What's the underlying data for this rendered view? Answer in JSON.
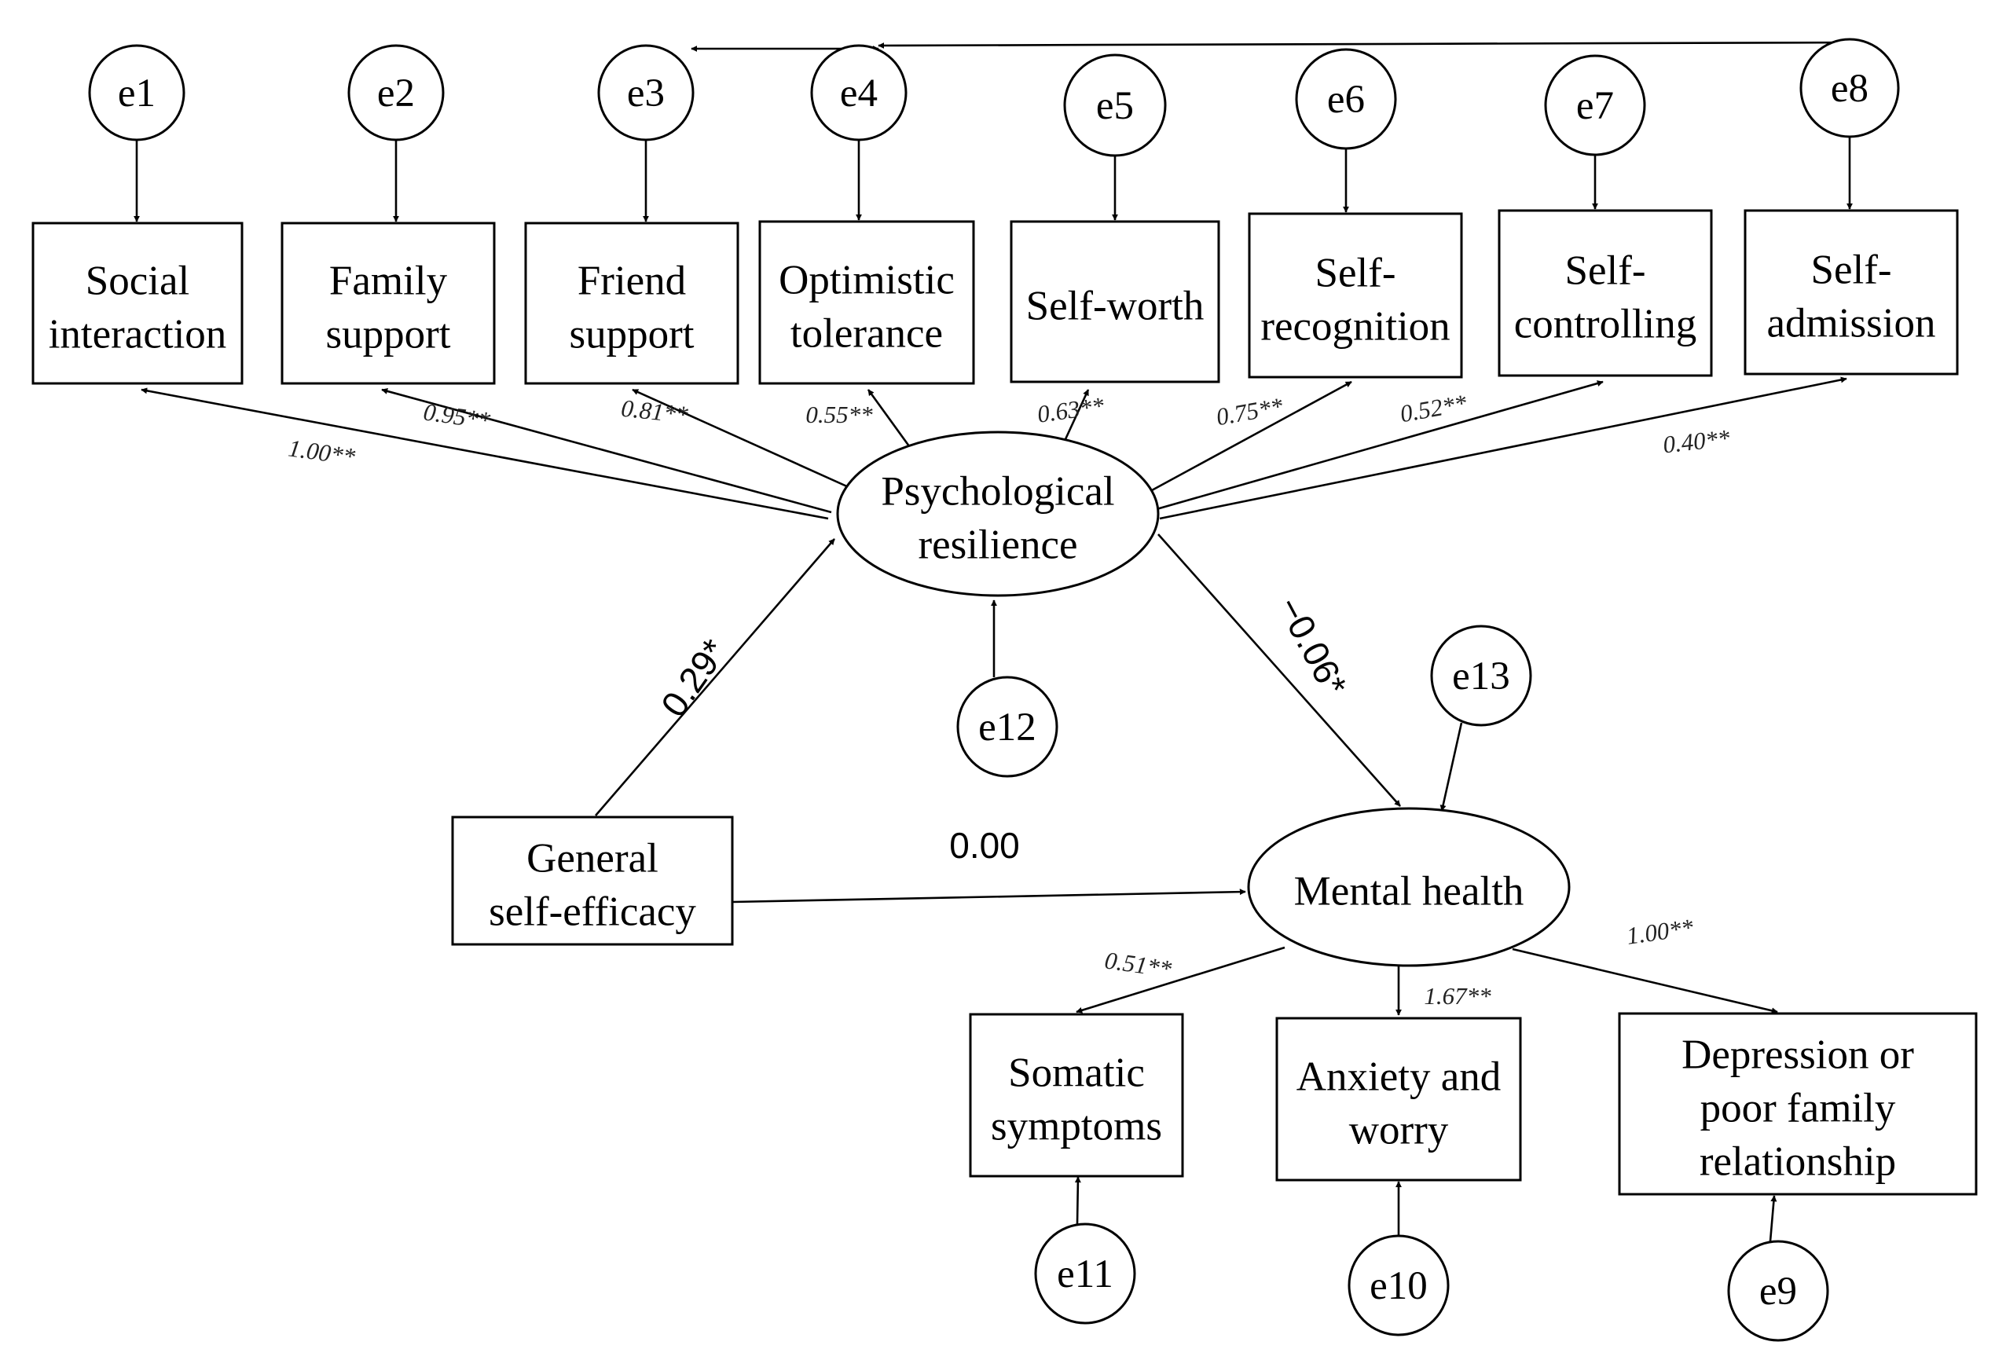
{
  "latent": {
    "resilience": {
      "lines": [
        "Psychological",
        "resilience"
      ]
    },
    "mental": {
      "lines": [
        "Mental health"
      ]
    }
  },
  "exogenous": {
    "gse": {
      "lines": [
        "General",
        "self-efficacy"
      ]
    }
  },
  "indicators": [
    {
      "id": "social",
      "lines": [
        "Social",
        "interaction"
      ],
      "error": "e1",
      "loading": "1.00**"
    },
    {
      "id": "family",
      "lines": [
        "Family",
        "support"
      ],
      "error": "e2",
      "loading": "0.95**"
    },
    {
      "id": "friend",
      "lines": [
        "Friend",
        "support"
      ],
      "error": "e3",
      "loading": "0.81**"
    },
    {
      "id": "optimistic",
      "lines": [
        "Optimistic",
        "tolerance"
      ],
      "error": "e4",
      "loading": "0.55**"
    },
    {
      "id": "selfworth",
      "lines": [
        "Self-worth"
      ],
      "error": "e5",
      "loading": "0.63**"
    },
    {
      "id": "selfrecog",
      "lines": [
        "Self-",
        "recognition"
      ],
      "error": "e6",
      "loading": "0.75**"
    },
    {
      "id": "selfctrl",
      "lines": [
        "Self-",
        "controlling"
      ],
      "error": "e7",
      "loading": "0.52**"
    },
    {
      "id": "selfadm",
      "lines": [
        "Self-",
        "admission"
      ],
      "error": "e8",
      "loading": "0.40**"
    }
  ],
  "mh_indicators": [
    {
      "id": "somatic",
      "lines": [
        "Somatic",
        "symptoms"
      ],
      "error": "e11",
      "loading": "0.51**"
    },
    {
      "id": "anxiety",
      "lines": [
        "Anxiety and",
        "worry"
      ],
      "error": "e10",
      "loading": "1.67**"
    },
    {
      "id": "depression",
      "lines": [
        "Depression or",
        "poor family",
        "relationship"
      ],
      "error": "e9",
      "loading": "1.00**"
    }
  ],
  "latent_errors": {
    "resilience": "e12",
    "mental": "e13"
  },
  "paths": {
    "gse_to_resilience": "0.29*",
    "resilience_to_mental": "−0.06*",
    "gse_to_mental": "0.00"
  }
}
